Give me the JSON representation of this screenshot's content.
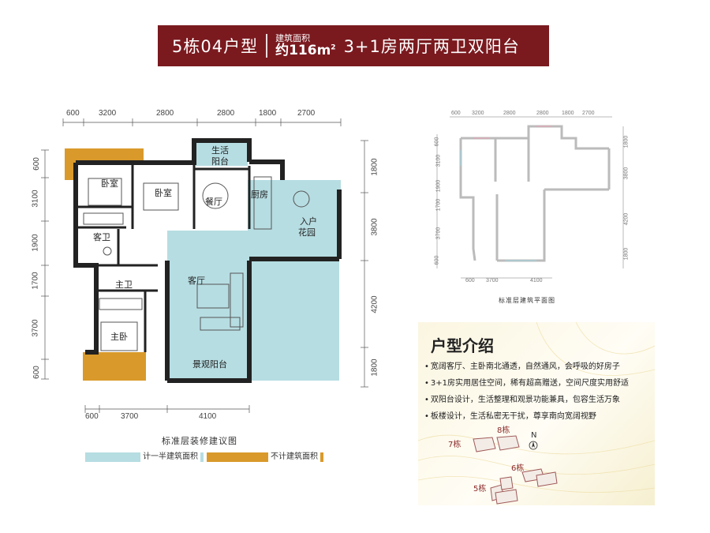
{
  "banner": {
    "unit": "5栋04户型",
    "area_label": "建筑面积",
    "area_value": "约116m",
    "area_unit_sup": "2",
    "layout": "3+1房两厅两卫双阳台"
  },
  "plan": {
    "top_dims": [
      "600",
      "3200",
      "2800",
      "2800",
      "1800",
      "2700"
    ],
    "left_dims": [
      "600",
      "3100",
      "1900",
      "1700",
      "3700",
      "600"
    ],
    "right_dims": [
      "1800",
      "3800",
      "4200",
      "1800"
    ],
    "bottom_dims": [
      "600",
      "3700",
      "4100"
    ],
    "rooms": {
      "bedroom1": "卧室",
      "bedroom2": "卧室",
      "guest_bath": "客卫",
      "master_bath": "主卫",
      "master_bed": "主卧",
      "service_balcony_1": "生活",
      "service_balcony_2": "阳台",
      "dining": "餐厅",
      "kitchen": "厨房",
      "entry_1": "入户",
      "entry_2": "花园",
      "living": "客厅",
      "view_balcony": "景观阳台"
    },
    "caption": "标准层装修建议图",
    "legend": {
      "half_area": "计一半建筑面积",
      "no_area": "不计建筑面积",
      "colors": {
        "half": "#b6dde2",
        "none": "#d99a2b"
      }
    }
  },
  "std_plan": {
    "top_dims": [
      "600",
      "3200",
      "2800",
      "2800",
      "1800",
      "2700"
    ],
    "left_dims": [
      "600",
      "3100",
      "1900",
      "1700",
      "3700",
      "600"
    ],
    "right_dims": [
      "1800",
      "3800",
      "4200",
      "1800"
    ],
    "bottom_dims": [
      "600",
      "3700",
      "4100"
    ],
    "caption": "标准层建筑平面图"
  },
  "intro": {
    "title": "户型介绍",
    "points": [
      "宽阔客厅、主卧南北通透，自然通风，会呼吸的好房子",
      "3+1房实用居住空间，稀有超高赠送，空间尺度实用舒适",
      "双阳台设计，生活整理和观景功能兼具，包容生活万象",
      "板楼设计，生活私密无干扰，尊享南向宽阔视野"
    ],
    "map": {
      "b7": "7栋",
      "b8": "8栋",
      "b6": "6栋",
      "b5": "5栋",
      "north": "N"
    }
  }
}
